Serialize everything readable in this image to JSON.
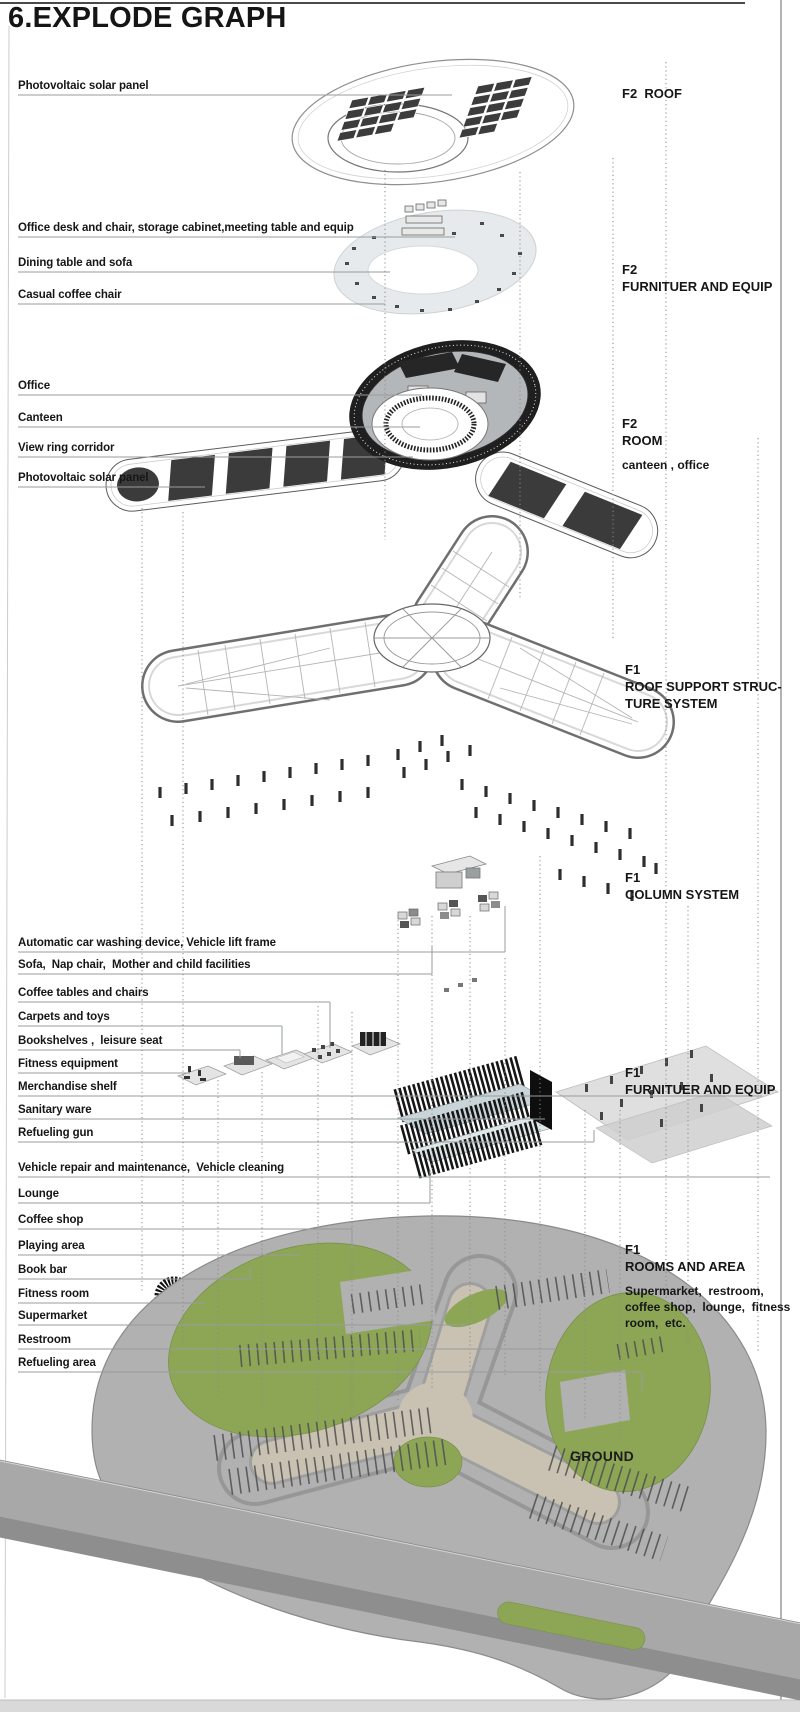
{
  "title": "6.EXPLODE GRAPH",
  "colors": {
    "solar_panel_dark": "#3c3c3c",
    "wall_black": "#1e1e1e",
    "green_area": "#8da656",
    "ground_gray": "#b1b1b1",
    "road_gray": "#a8a8a8",
    "leader_line_gray": "#969c9c"
  },
  "left_labels": [
    "Photovoltaic solar panel",
    "Office desk and chair, storage cabinet,meeting table and equip",
    "Dining table and sofa",
    "Casual coffee chair",
    "Office",
    "Canteen",
    "View ring corridor",
    "Photovoltaic solar panel",
    "Automatic car washing device, Vehicle lift frame",
    "Sofa,  Nap chair,  Mother and child facilities",
    "Coffee tables and chairs",
    "Carpets and toys",
    "Bookshelves ,  leisure seat",
    "Fitness equipment",
    "Merchandise shelf",
    "Sanitary ware",
    "Refueling gun",
    "Vehicle repair and maintenance,  Vehicle cleaning",
    "Lounge",
    "Coffee shop",
    "Playing area",
    "Book bar",
    "Fitness room",
    "Supermarket",
    "Restroom",
    "Refueling area"
  ],
  "right_labels": [
    {
      "lines": [
        "F2  ROOF"
      ]
    },
    {
      "lines": [
        "F2",
        "FURNITUER AND EQUIP"
      ]
    },
    {
      "lines": [
        "F2",
        "ROOM"
      ],
      "sub": "canteen , office"
    },
    {
      "lines": [
        "F1",
        "ROOF SUPPORT STRUC-",
        "TURE SYSTEM"
      ]
    },
    {
      "lines": [
        "F1",
        "COLUMN SYSTEM"
      ]
    },
    {
      "lines": [
        "F1",
        "FURNITUER AND EQUIP"
      ]
    },
    {
      "lines": [
        "F1",
        "ROOMS AND AREA"
      ],
      "sub": "Supermarket,  restroom,  coffee shop,  lounge,  fitness room,  etc."
    }
  ],
  "ground_label": "GROUND"
}
